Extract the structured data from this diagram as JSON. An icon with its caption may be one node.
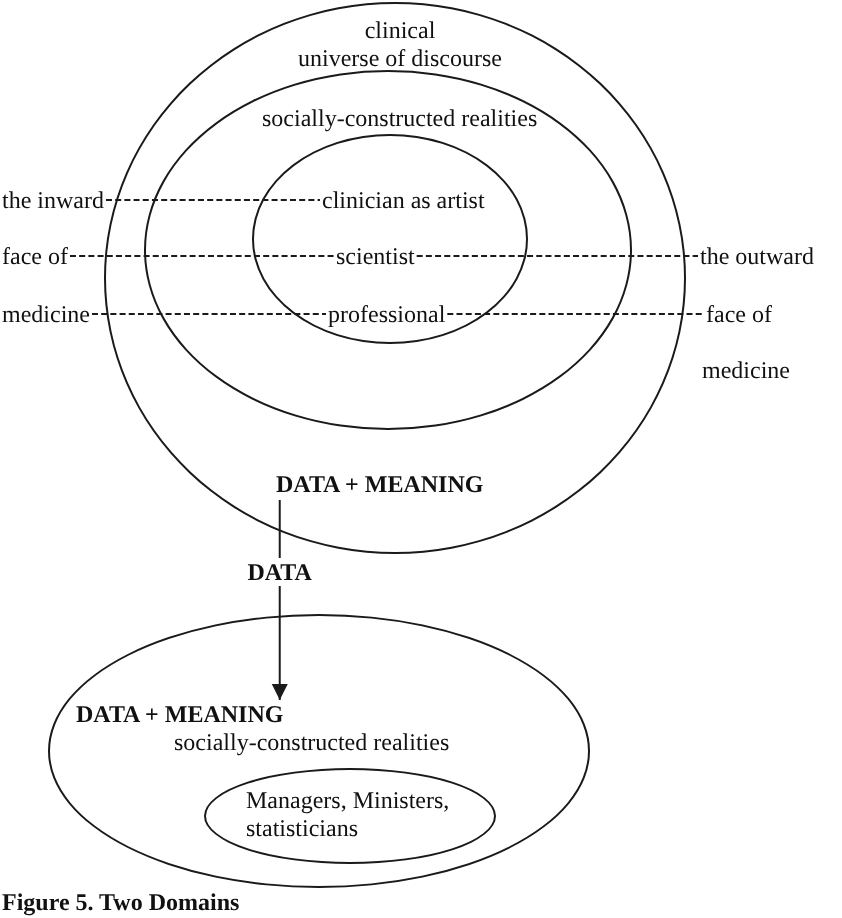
{
  "diagram": {
    "caption": "Figure 5. Two Domains",
    "nodes": [
      {
        "text": [
          "clinical universe of discourse"
        ]
      },
      {
        "text": [
          "socially-constructed realities"
        ],
        "in": 0
      },
      {
        "text": [],
        "shape": "ellipse",
        "in": 1
      },
      {
        "text": [
          "the inward"
        ]
      },
      {
        "text": [
          "clinician as artist"
        ],
        "in": 2
      },
      {
        "text": [
          "face of"
        ]
      },
      {
        "text": [
          "scientist"
        ],
        "in": 2
      },
      {
        "text": [
          "the outward"
        ]
      },
      {
        "text": [
          "medicine"
        ]
      },
      {
        "text": [
          "professional"
        ],
        "in": 2
      },
      {
        "text": [
          "face of"
        ]
      },
      {
        "text": [
          "DATA + MEANING"
        ],
        "in": 0
      },
      {
        "text": [
          "socially-constructed realities"
        ]
      },
      {
        "text": [
          "DATA + MEANING"
        ],
        "in": 12
      },
      {
        "text": [
          "Managers, Ministers, statisticians"
        ],
        "in": 12
      }
    ],
    "edges": [
      {
        "from": 3,
        "to": 4,
        "arrow": "none",
        "style": "dashed"
      },
      {
        "from": 5,
        "to": 6,
        "arrow": "none",
        "style": "dashed"
      },
      {
        "from": 6,
        "to": 7,
        "arrow": "none",
        "style": "dashed"
      },
      {
        "from": 8,
        "to": 9,
        "arrow": "none",
        "style": "dashed"
      },
      {
        "from": 9,
        "to": 10,
        "arrow": "none",
        "style": "dashed"
      },
      {
        "from": 11,
        "to": 13,
        "arrow": "to",
        "label": "DATA"
      }
    ],
    "labels": [
      "medicine"
    ]
  }
}
